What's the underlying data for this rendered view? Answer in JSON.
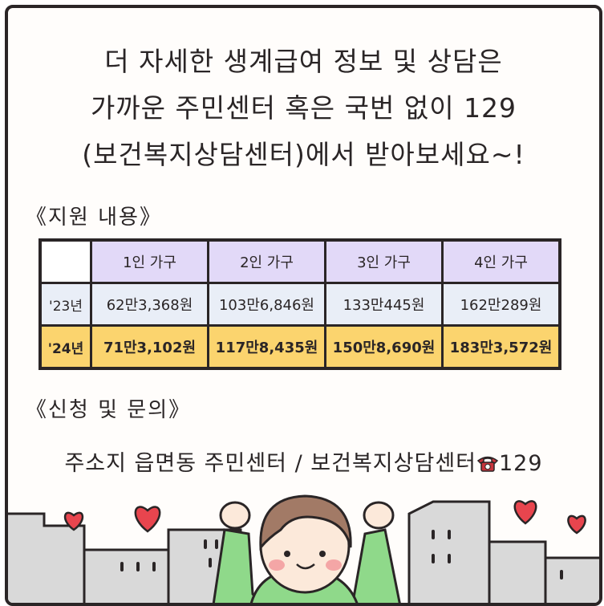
{
  "headline": {
    "line1": "더 자세한 생계급여 정보 및 상담은",
    "line2": "가까운 주민센터 혹은 국번 없이 129",
    "line3": "(보건복지상담센터)에서 받아보세요~!"
  },
  "support": {
    "title": "《지원 내용》",
    "headers": [
      "1인 가구",
      "2인 가구",
      "3인 가구",
      "4인 가구"
    ],
    "rows": [
      {
        "year": "'23년",
        "values": [
          "62만3,368원",
          "103만6,846원",
          "133만445원",
          "162만289원"
        ]
      },
      {
        "year": "'24년",
        "values": [
          "71만3,102원",
          "117만8,435원",
          "150만8,690원",
          "183만3,572원"
        ]
      }
    ]
  },
  "apply": {
    "title": "《신청 및 문의》",
    "contact_text": "주소지 읍면동 주민센터 / 보건복지상담센터",
    "phone_icon": "telephone-icon",
    "phone_number": "129"
  },
  "colors": {
    "header_bg": "#e2d9f8",
    "row23_bg": "#e9eef7",
    "row24_bg": "#fbd46e",
    "heart": "#e8454e",
    "shirt": "#8fd98a"
  }
}
